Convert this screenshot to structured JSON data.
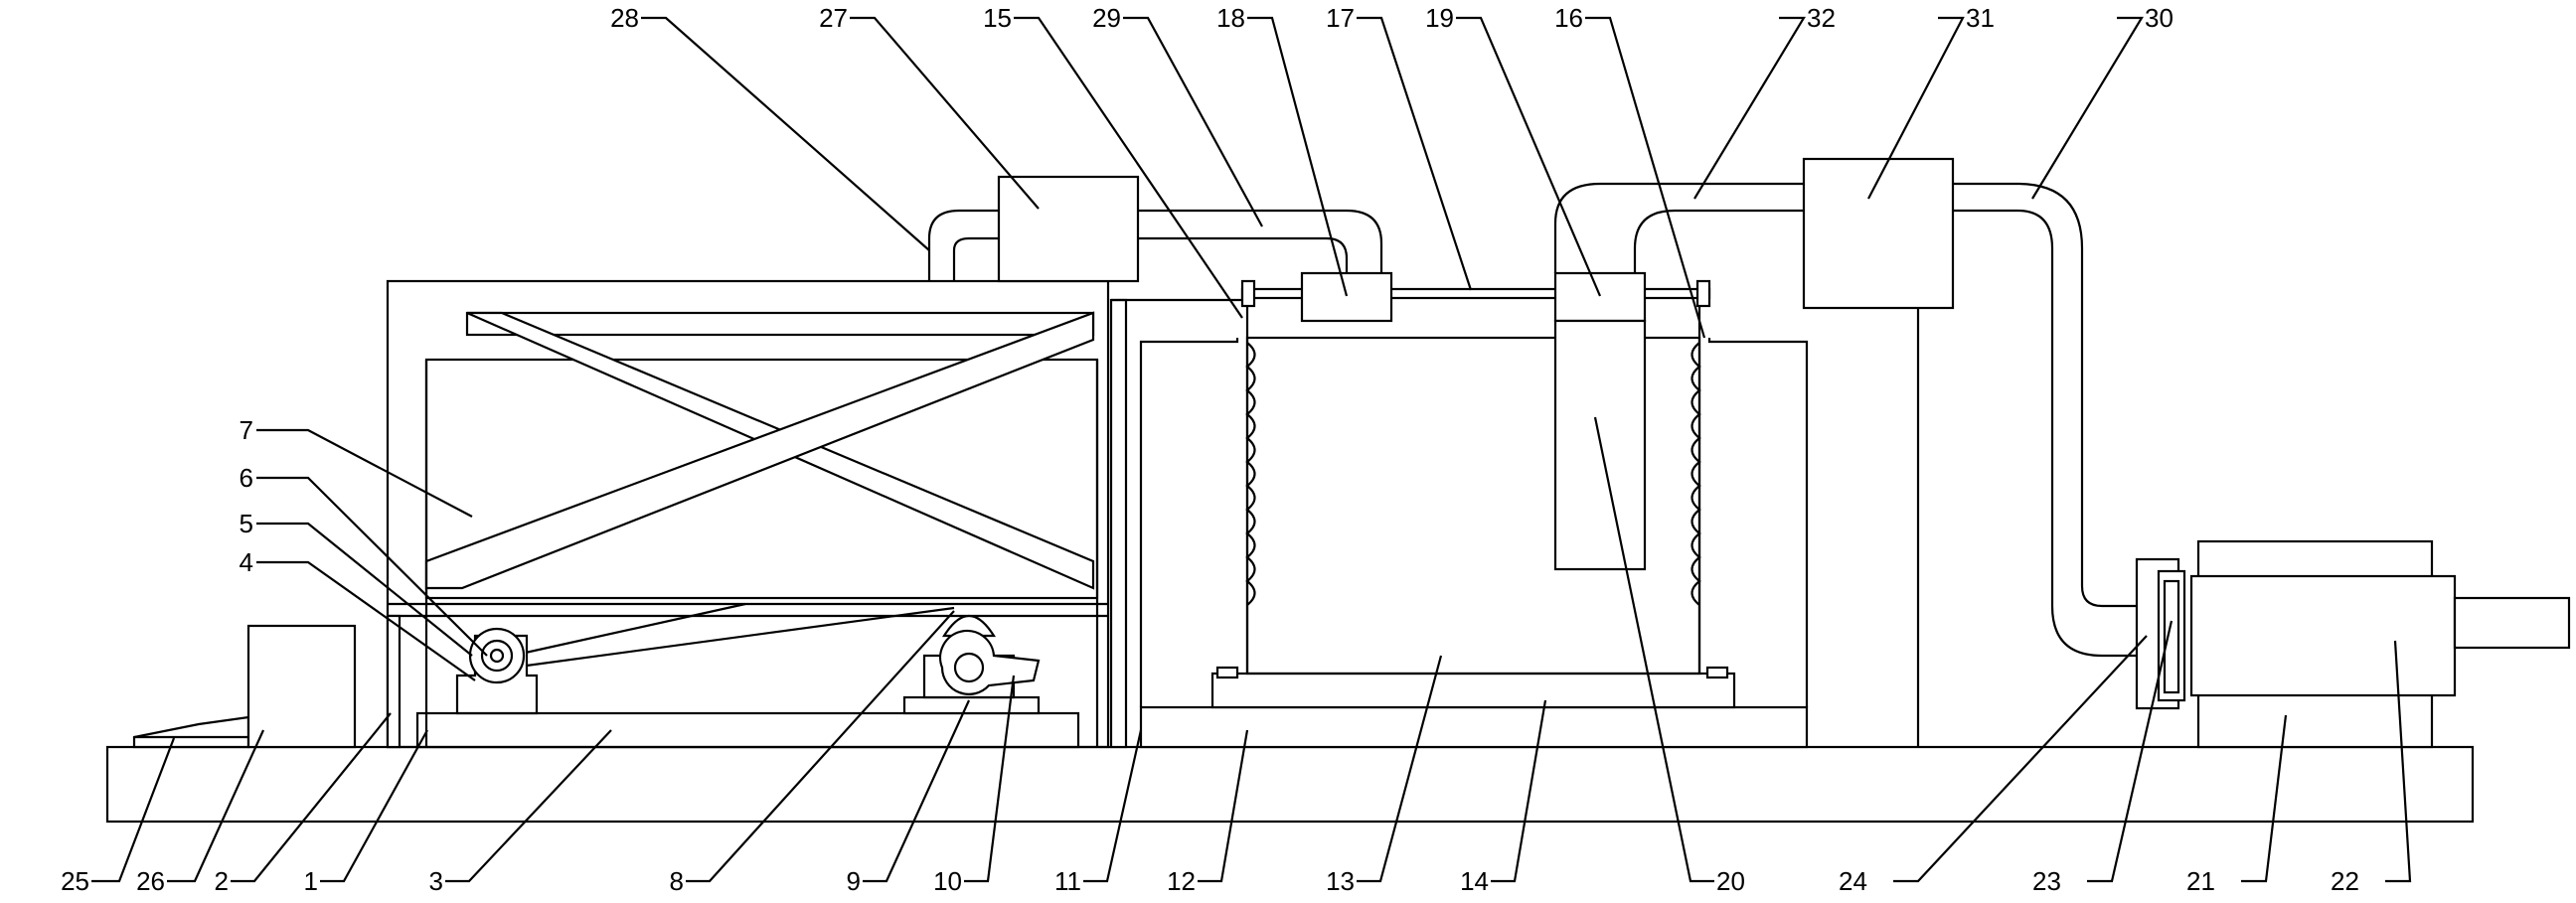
{
  "figure": {
    "colors": {
      "line": "#000000",
      "background": "#ffffff"
    },
    "top_labels": [
      {
        "id": "28",
        "text": "28",
        "points_to": "pipe-elbow-28"
      },
      {
        "id": "27",
        "text": "27",
        "points_to": "box-27"
      },
      {
        "id": "15",
        "text": "15",
        "points_to": "spring-column-15"
      },
      {
        "id": "29",
        "text": "29",
        "points_to": "pipe-29"
      },
      {
        "id": "18",
        "text": "18",
        "points_to": "block-18"
      },
      {
        "id": "17",
        "text": "17",
        "points_to": "rod-17"
      },
      {
        "id": "19",
        "text": "19",
        "points_to": "block-19"
      },
      {
        "id": "16",
        "text": "16",
        "points_to": "spring-column-16"
      },
      {
        "id": "32",
        "text": "32",
        "points_to": "pipe-32"
      },
      {
        "id": "31",
        "text": "31",
        "points_to": "box-31"
      },
      {
        "id": "30",
        "text": "30",
        "points_to": "pipe-30"
      }
    ],
    "left_labels": [
      {
        "id": "7",
        "text": "7",
        "points_to": "frame-7"
      },
      {
        "id": "6",
        "text": "6",
        "points_to": "wheel-6"
      },
      {
        "id": "5",
        "text": "5",
        "points_to": "wheel-hub-5"
      },
      {
        "id": "4",
        "text": "4",
        "points_to": "bearing-4"
      }
    ],
    "bottom_labels": [
      {
        "id": "25",
        "text": "25",
        "points_to": "plate-25"
      },
      {
        "id": "26",
        "text": "26",
        "points_to": "box-26"
      },
      {
        "id": "2",
        "text": "2",
        "points_to": "frame-leg-2"
      },
      {
        "id": "1",
        "text": "1",
        "points_to": "base-1"
      },
      {
        "id": "3",
        "text": "3",
        "points_to": "slab-3"
      },
      {
        "id": "8",
        "text": "8",
        "points_to": "cam-8"
      },
      {
        "id": "9",
        "text": "9",
        "points_to": "mount-9"
      },
      {
        "id": "10",
        "text": "10",
        "points_to": "wheel-10"
      },
      {
        "id": "11",
        "text": "11",
        "points_to": "post-11"
      },
      {
        "id": "12",
        "text": "12",
        "points_to": "slab-12"
      },
      {
        "id": "13",
        "text": "13",
        "points_to": "chamber-13"
      },
      {
        "id": "14",
        "text": "14",
        "points_to": "tray-14"
      },
      {
        "id": "20",
        "text": "20",
        "points_to": "plate-20"
      },
      {
        "id": "24",
        "text": "24",
        "points_to": "flange-24"
      },
      {
        "id": "23",
        "text": "23",
        "points_to": "window-23"
      },
      {
        "id": "21",
        "text": "21",
        "points_to": "pump-21"
      },
      {
        "id": "22",
        "text": "22",
        "points_to": "motor-22"
      }
    ]
  }
}
